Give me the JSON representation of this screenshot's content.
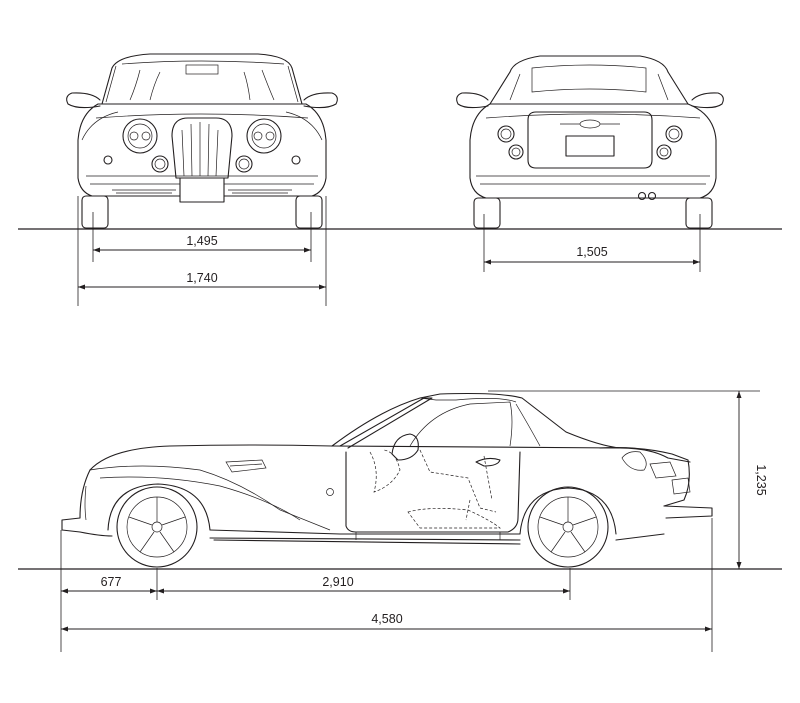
{
  "dimensions": {
    "front_track": "1,495",
    "overall_width": "1,740",
    "rear_track": "1,505",
    "front_overhang": "677",
    "wheelbase": "2,910",
    "overall_length": "4,580",
    "overall_height": "1,235"
  }
}
